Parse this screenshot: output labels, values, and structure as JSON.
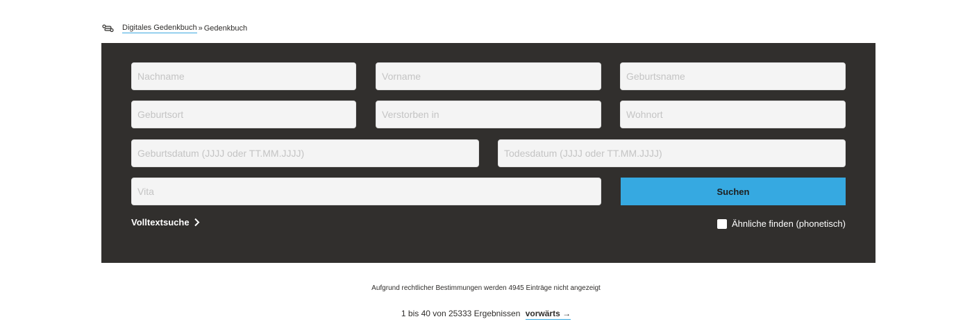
{
  "breadcrumb": {
    "icon": "route-icon",
    "link_label": "Digitales Gedenkbuch",
    "separator": "»",
    "current": "Gedenkbuch"
  },
  "search_form": {
    "fields": {
      "lastname": "Nachname",
      "firstname": "Vorname",
      "birthname": "Geburtsname",
      "birthplace": "Geburtsort",
      "deathplace": "Verstorben in",
      "residence": "Wohnort",
      "birthdate": "Geburtsdatum (JJJJ oder TT.MM.JJJJ)",
      "deathdate": "Todesdatum (JJJJ oder TT.MM.JJJJ)",
      "vita": "Vita"
    },
    "search_button": "Suchen",
    "fulltext_link": "Volltextsuche",
    "phonetic_label": "Ähnliche finden (phonetisch)",
    "phonetic_checked": false
  },
  "results": {
    "notice": "Aufgrund rechtlicher Bestimmungen werden 4945 Einträge nicht angezeigt",
    "range_text": "1 bis 40 von 25333 Ergebnissen",
    "next_label": "vorwärts →"
  },
  "colors": {
    "panel_bg": "#312f2d",
    "accent": "#36a9e1",
    "field_bg": "#f4f4f4"
  }
}
